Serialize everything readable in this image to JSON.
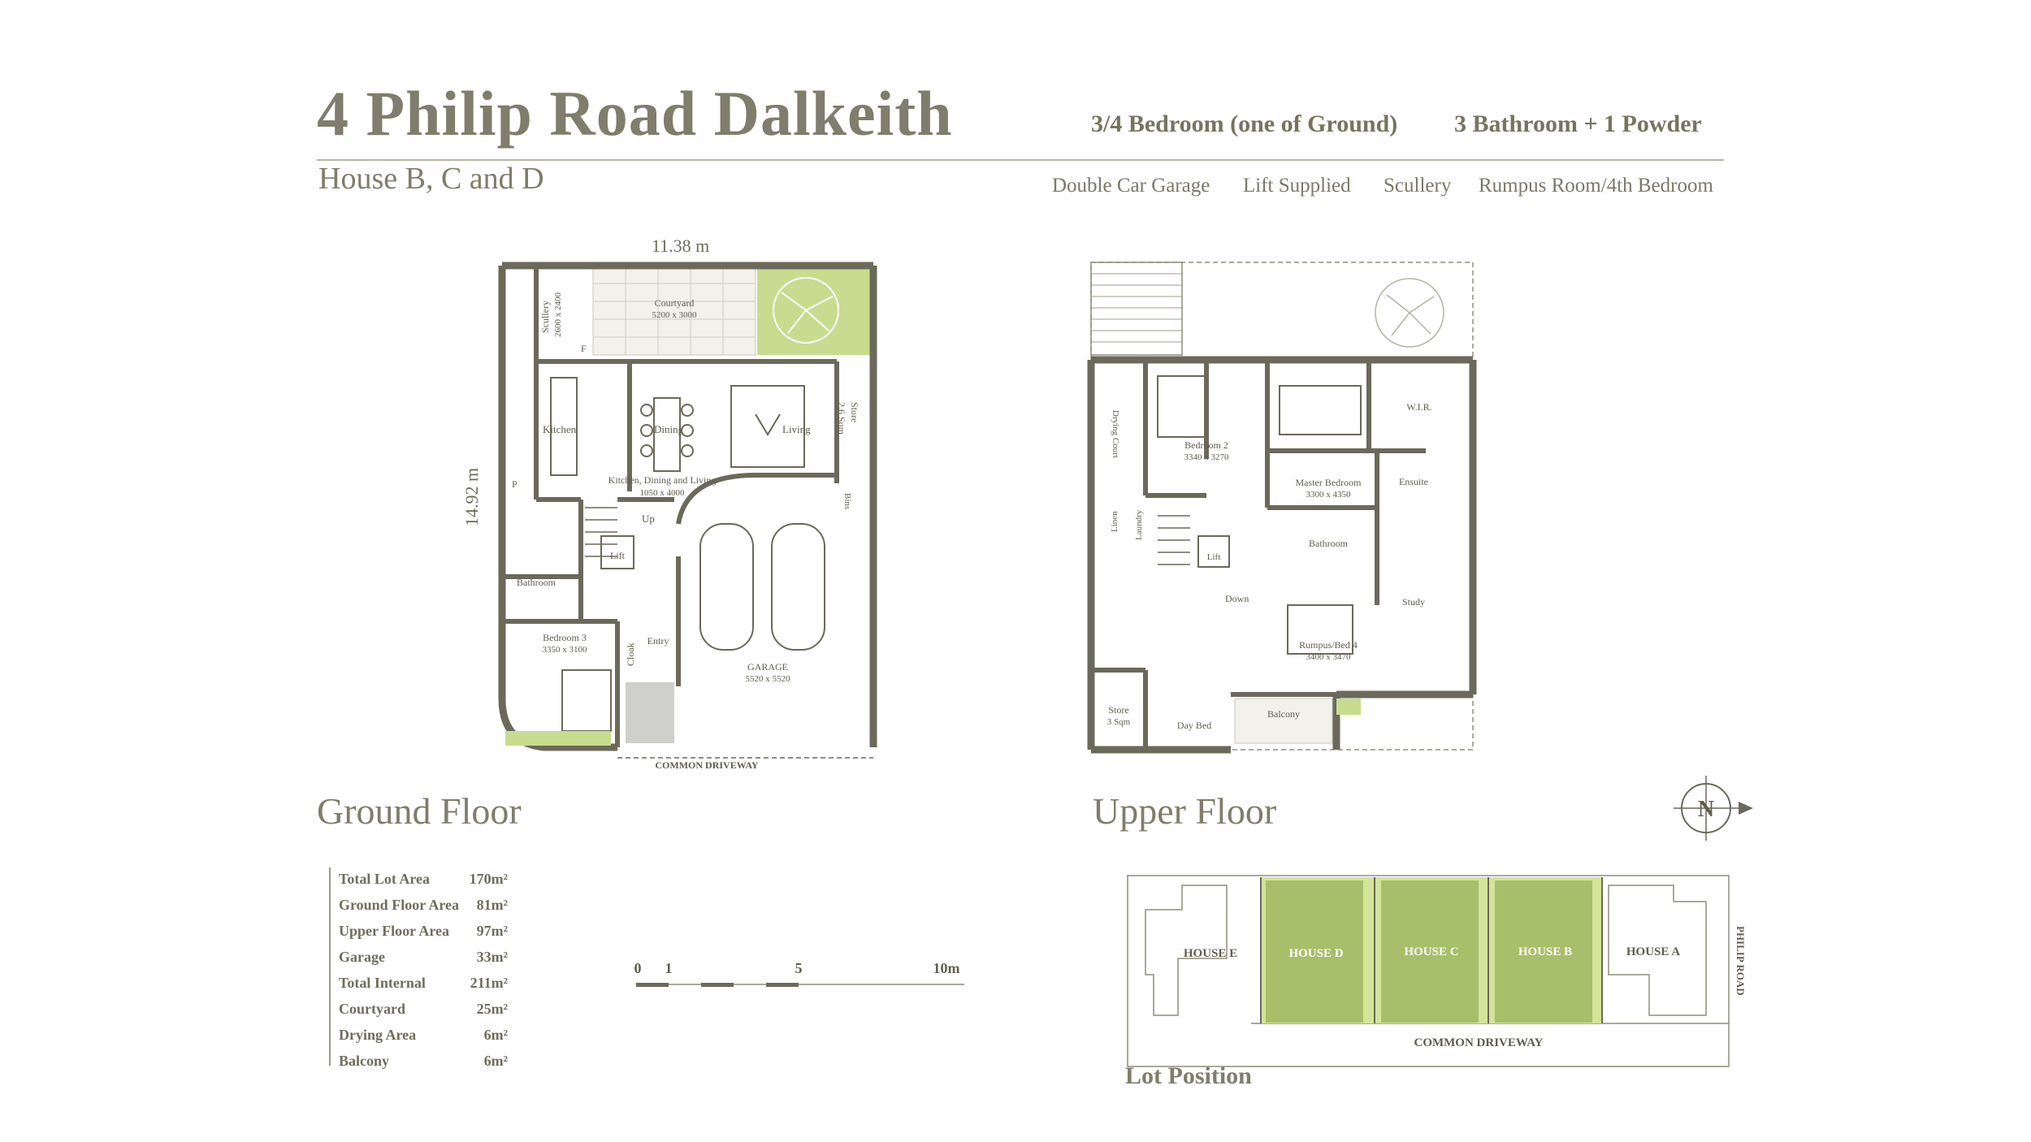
{
  "header": {
    "title": "4 Philip Road Dalkeith",
    "subtitle": "House B, C and D",
    "bedrooms": "3/4 Bedroom (one of Ground)",
    "bathrooms": "3 Bathroom + 1 Powder",
    "features": [
      "Double Car Garage",
      "Lift Supplied",
      "Scullery",
      "Rumpus Room/4th Bedroom"
    ]
  },
  "ground_floor": {
    "title": "Ground Floor",
    "width_label": "11.38 m",
    "depth_label": "14.92 m",
    "rooms": {
      "courtyard": "Courtyard",
      "courtyard_size": "5200 x 3000",
      "scullery": "Scullery",
      "scullery_size": "2600 x 2400",
      "fridge": "F",
      "kitchen": "Kitchen",
      "dining": "Dining",
      "living": "Living",
      "store": "Store",
      "store_size": "2.6 Sqm",
      "kdl": "Kitchen, Dining and Living",
      "kdl_size": "1050 x 4000",
      "pantry": "P",
      "up": "Up",
      "lift": "Lift",
      "bins": "Bins",
      "bathroom": "Bathroom",
      "bedroom3": "Bedroom 3",
      "bedroom3_size": "3350 x 3100",
      "cloak": "Cloak",
      "entry": "Entry",
      "garage": "GARAGE",
      "garage_size": "5520 x 5520",
      "driveway": "COMMON DRIVEWAY"
    }
  },
  "upper_floor": {
    "title": "Upper Floor",
    "rooms": {
      "drying_court": "Drying Court",
      "bedroom2": "Bedroom 2",
      "bedroom2_size": "3340 x 3270",
      "master": "Master Bedroom",
      "master_size": "3300 x 4350",
      "wir": "W.I.R.",
      "ensuite": "Ensuite",
      "linen": "Linen",
      "laundry": "Laundry",
      "lift": "Lift",
      "down": "Down",
      "bathroom": "Bathroom",
      "study": "Study",
      "rumpus": "Rumpus/Bed 4",
      "rumpus_size": "3400 x 3470",
      "store": "Store",
      "store_size": "3 Sqm",
      "day_bed": "Day Bed",
      "balcony": "Balcony"
    }
  },
  "compass": {
    "letter": "N"
  },
  "areas": [
    {
      "label": "Total Lot Area",
      "value": "170m²"
    },
    {
      "label": "Ground Floor Area",
      "value": "81m²"
    },
    {
      "label": "Upper Floor Area",
      "value": "97m²"
    },
    {
      "label": "Garage",
      "value": "33m²"
    },
    {
      "label": "Total Internal",
      "value": "211m²"
    },
    {
      "label": "Courtyard",
      "value": "25m²"
    },
    {
      "label": "Drying Area",
      "value": "6m²"
    },
    {
      "label": "Balcony",
      "value": "6m²"
    }
  ],
  "scale_bar": {
    "labels": [
      "0",
      "1",
      "5",
      "10m"
    ]
  },
  "lot_position": {
    "title": "Lot Position",
    "houses": [
      "HOUSE E",
      "HOUSE D",
      "HOUSE C",
      "HOUSE B",
      "HOUSE A"
    ],
    "driveway": "COMMON DRIVEWAY",
    "road": "PHILIP ROAD"
  },
  "colors": {
    "wall": "#6b695a",
    "text": "#7f7d6b",
    "green": "#c7dc8f",
    "green_dark": "#a7bf6a",
    "rule": "#b8b6a6"
  }
}
